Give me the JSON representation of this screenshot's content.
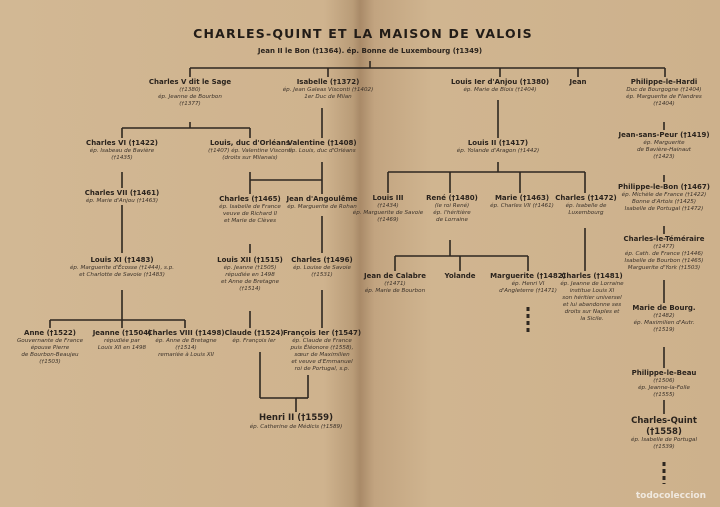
{
  "title": "CHARLES-QUINT ET LA MAISON DE VALOIS",
  "root": "Jean II le Bon (†1364). ép. Bonne de Luxembourg (†1349)",
  "nodes": {
    "charles_v": {
      "name": "Charles V dit le Sage",
      "l1": "(†1380)",
      "l2": "ép. Jeanne de Bourbon",
      "l3": "(†1377)"
    },
    "isabelle": {
      "name": "Isabelle (†1372)",
      "l1": "ép. Jean Galeas Visconti (†1402)",
      "l2": "1er Duc de Milan"
    },
    "louis1": {
      "name": "Louis Ier d'Anjou (†1380)",
      "l1": "ép. Marie de Blois (†1404)"
    },
    "jean": {
      "name": "Jean"
    },
    "philippe_hardi": {
      "name": "Philippe-le-Hardi",
      "l1": "Duc de Bourgogne (†1404)",
      "l2": "ép. Marguerite de Flandres",
      "l3": "(†1404)"
    },
    "charles_vi": {
      "name": "Charles VI (†1422)",
      "l1": "ép. Isabeau de Bavière",
      "l2": "(†1435)"
    },
    "louis_orleans": {
      "name": "Louis, duc d'Orléans",
      "l1": "(†1407) ép. Valentine Visconti",
      "l2": "(droits sur Milanais)"
    },
    "valentine": {
      "name": "Valentine (†1408)",
      "l1": "ép. Louis, duc d'Orléans"
    },
    "louis2": {
      "name": "Louis II (†1417)",
      "l1": "ép. Yolande d'Aragon (†1442)"
    },
    "jean_peur": {
      "name": "Jean-sans-Peur (†1419)",
      "l1": "ép. Marguerite",
      "l2": "de Bavière-Hainaut",
      "l3": "(†1423)"
    },
    "charles_vii": {
      "name": "Charles VII (†1461)",
      "l1": "ép. Marie d'Anjou (†1463)"
    },
    "charles_ang": {
      "name": "Charles (†1465)",
      "l1": "ép. Isabelle de France",
      "l2": "veuve de Richard II",
      "l3": "et Marie de Clèves"
    },
    "jean_ang": {
      "name": "Jean d'Angoulême",
      "l1": "ép. Marguerite de Rohan"
    },
    "louis3": {
      "name": "Louis III",
      "l1": "(†1434)",
      "l2": "ép. Marguerite de Savoie",
      "l3": "(†1469)"
    },
    "rene": {
      "name": "René (†1480)",
      "l1": "(le roi René)",
      "l2": "ép. l'héritière",
      "l3": "de Lorraine"
    },
    "marie": {
      "name": "Marie (†1463)",
      "l1": "ép. Charles VII (†1461)"
    },
    "charles_maine": {
      "name": "Charles (†1472)",
      "l1": "ép. Isabelle de",
      "l2": "Luxembourg"
    },
    "philippe_bon": {
      "name": "Philippe-le-Bon (†1467)",
      "l1": "ép. Michèle de France (†1422)",
      "l2": "Bonne d'Artois (†1425)",
      "l3": "Isabelle de Portugal (†1472)"
    },
    "louis_xi": {
      "name": "Louis XI (†1483)",
      "l1": "ép. Marguerite d'Écosse (†1444), s.p.",
      "l2": "et Charlotte de Savoie (†1483)"
    },
    "louis_xii": {
      "name": "Louis XII (†1515)",
      "l1": "ép. Jeanne (†1505)",
      "l2": "répudiée en 1498",
      "l3": "et Anne de Bretagne",
      "l4": "(†1514)"
    },
    "charles_angouleme": {
      "name": "Charles (†1496)",
      "l1": "ép. Louise de Savoie",
      "l2": "(†1531)"
    },
    "charles_temeraire": {
      "name": "Charles-le-Téméraire",
      "l1": "(†1477)",
      "l2": "ép. Cath. de France (†1446)",
      "l3": "Isabelle de Bourbon (†1465)",
      "l4": "Marguerite d'York (†1503)"
    },
    "jean_calabre": {
      "name": "Jean de Calabre",
      "l1": "(†1471)",
      "l2": "ép. Marie de Bourbon"
    },
    "yolande": {
      "name": "Yolande"
    },
    "marguerite_anjou": {
      "name": "Marguerite (†1482)",
      "l1": "ép. Henri VI",
      "l2": "d'Angleterre (†1471)"
    },
    "charles_anjou2": {
      "name": "Charles (†1481)",
      "l1": "ép. Jeanne de Lorraine",
      "l2": "institue Louis XI",
      "l3": "son héritier universel",
      "l4": "et lui abandonne ses",
      "l5": "droits sur Naples et",
      "l6": "la Sicile."
    },
    "marie_bourgogne": {
      "name": "Marie de Bourg.",
      "l1": "(†1482)",
      "l2": "ép. Maximilien d'Autr.",
      "l3": "(†1519)"
    },
    "anne": {
      "name": "Anne (†1522)",
      "l1": "Gouvernante de France",
      "l2": "épouse Pierre",
      "l3": "de Bourbon-Beaujeu",
      "l4": "(†1503)"
    },
    "jeanne": {
      "name": "Jeanne (†1504)",
      "l1": "répudiée par",
      "l2": "Louis XII en 1498"
    },
    "charles_viii": {
      "name": "Charles VIII (†1498)",
      "l1": "ép. Anne de Bretagne",
      "l2": "(†1514)",
      "l3": "remariée à Louis XII"
    },
    "claude": {
      "name": "Claude (†1524)",
      "l1": "ép. François Ier"
    },
    "francois_i": {
      "name": "François Ier (†1547)",
      "l1": "ép. Claude de France",
      "l2": "puis Éléonore (†1558),",
      "l3": "sœur de Maximilien",
      "l4": "et veuve d'Emmanuel",
      "l5": "roi de Portugal, s.p."
    },
    "philippe_beau": {
      "name": "Philippe-le-Beau",
      "l1": "(†1506)",
      "l2": "ép. Jeanne-la-Folle",
      "l3": "(†1555)"
    },
    "henri_ii": {
      "name": "Henri II (†1559)",
      "l1": "ép. Catherine de Médicis (†1589)"
    },
    "charles_quint": {
      "name": "Charles-Quint",
      "l1": "(†1558)",
      "l2": "ép. Isabelle de Portugal",
      "l3": "(†1539)"
    }
  },
  "watermark": "todocoleccion"
}
